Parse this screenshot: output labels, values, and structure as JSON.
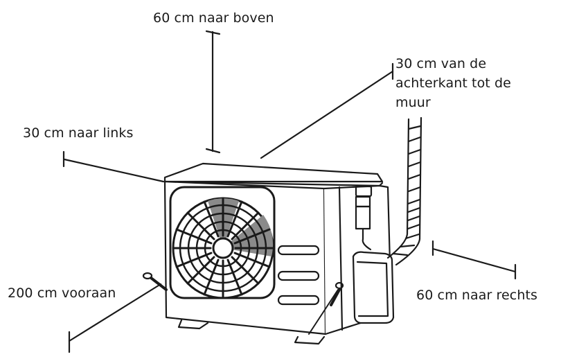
{
  "diagram": {
    "subject": "outdoor air conditioner unit installation clearances",
    "labels": {
      "top": "60 cm naar boven",
      "back_line1": "30 cm van de",
      "back_line2": "achterkant tot de",
      "back_line3": "muur",
      "left": "30 cm naar links",
      "front": "200 cm vooraan",
      "right": "60 cm naar rechts"
    },
    "colors": {
      "ink": "#1a1a1a",
      "background": "#ffffff",
      "fan_shade": "#8a8a8a"
    }
  }
}
